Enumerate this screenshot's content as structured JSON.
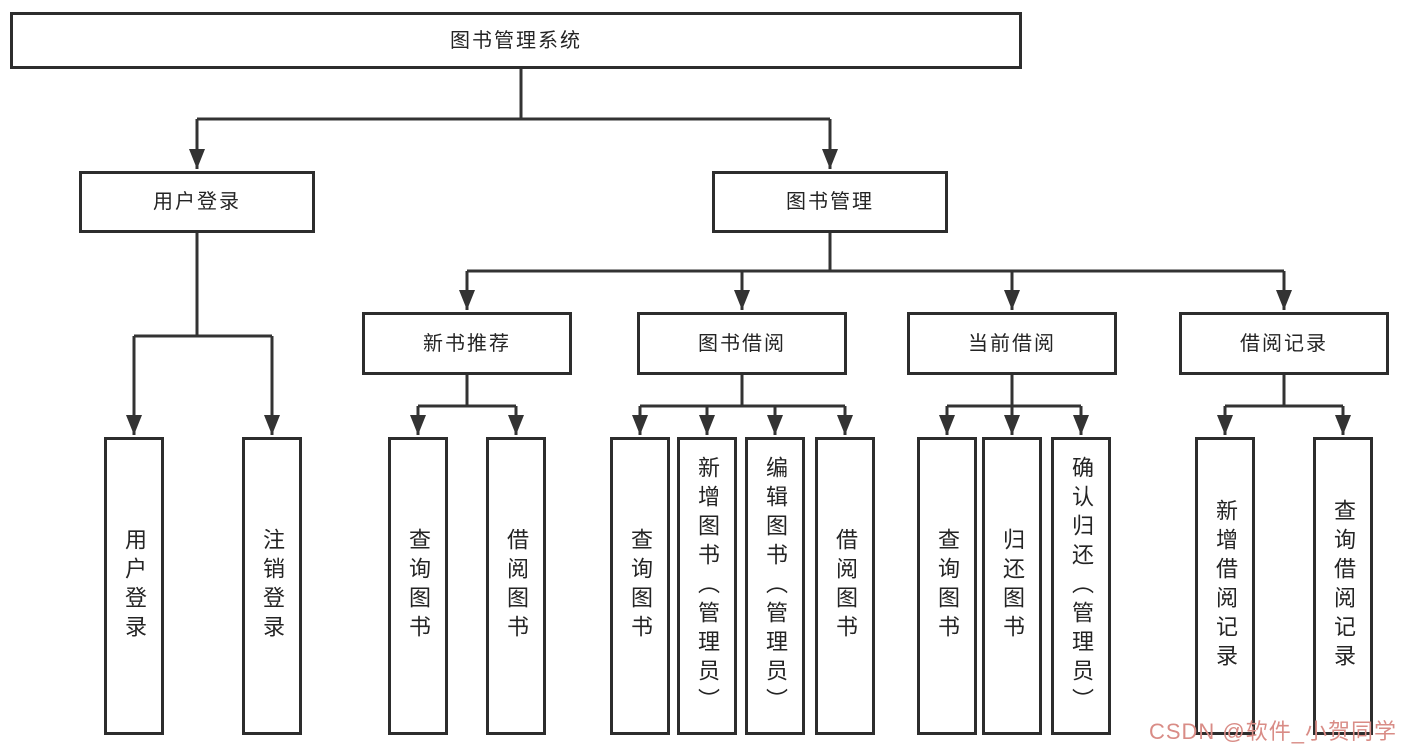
{
  "diagram": {
    "root": {
      "label": "图书管理系统"
    },
    "branches": [
      {
        "label": "用户登录",
        "children": [
          {
            "label": "用户登录"
          },
          {
            "label": "注销登录"
          }
        ]
      },
      {
        "label": "图书管理",
        "children": [
          {
            "label": "新书推荐",
            "children": [
              {
                "label": "查询图书"
              },
              {
                "label": "借阅图书"
              }
            ]
          },
          {
            "label": "图书借阅",
            "children": [
              {
                "label": "查询图书"
              },
              {
                "label": "新增图书（管理员）"
              },
              {
                "label": "编辑图书（管理员）"
              },
              {
                "label": "借阅图书"
              }
            ]
          },
          {
            "label": "当前借阅",
            "children": [
              {
                "label": "查询图书"
              },
              {
                "label": "归还图书"
              },
              {
                "label": "确认归还（管理员）"
              }
            ]
          },
          {
            "label": "借阅记录",
            "children": [
              {
                "label": "新增借阅记录"
              },
              {
                "label": "查询借阅记录"
              }
            ]
          }
        ]
      }
    ]
  },
  "watermark": {
    "text": "CSDN @软件_小贺同学",
    "color": "#d98c86"
  },
  "colors": {
    "line": "#333333",
    "box_border": "#2d2d2d",
    "box_fill": "#ffffff",
    "text": "#242424",
    "background": "#ffffff"
  }
}
